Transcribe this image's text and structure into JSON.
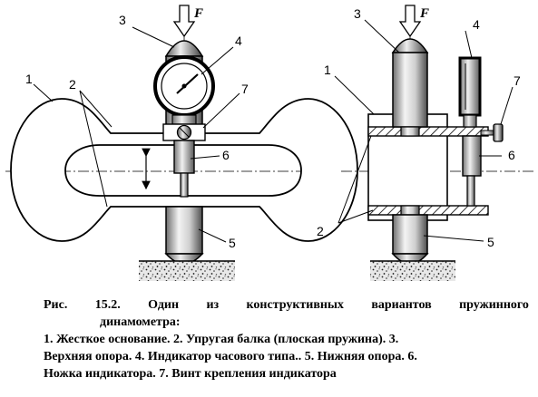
{
  "figure": {
    "force_label": "F",
    "left_view_labels": {
      "l1": "1",
      "l2": "2",
      "l3": "3",
      "l4": "4",
      "l5": "5",
      "l6": "6",
      "l7": "7"
    },
    "right_view_labels": {
      "l1": "1",
      "l2": "2",
      "l3": "3",
      "l4": "4",
      "l5": "5",
      "l6": "6",
      "l7": "7"
    }
  },
  "caption": {
    "title_words": [
      "Рис.",
      "15.2.",
      "Один",
      "из",
      "конструктивных",
      "вариантов",
      "пружинного"
    ],
    "title_cont": "динамометра:",
    "legend_lines": [
      "1. Жесткое основание. 2. Упругая балка (плоская пружина). 3.",
      "Верхняя опора. 4. Индикатор часового типа.. 5. Нижняя опора. 6.",
      "Ножка индикатора. 7. Винт крепления индикатора"
    ]
  }
}
